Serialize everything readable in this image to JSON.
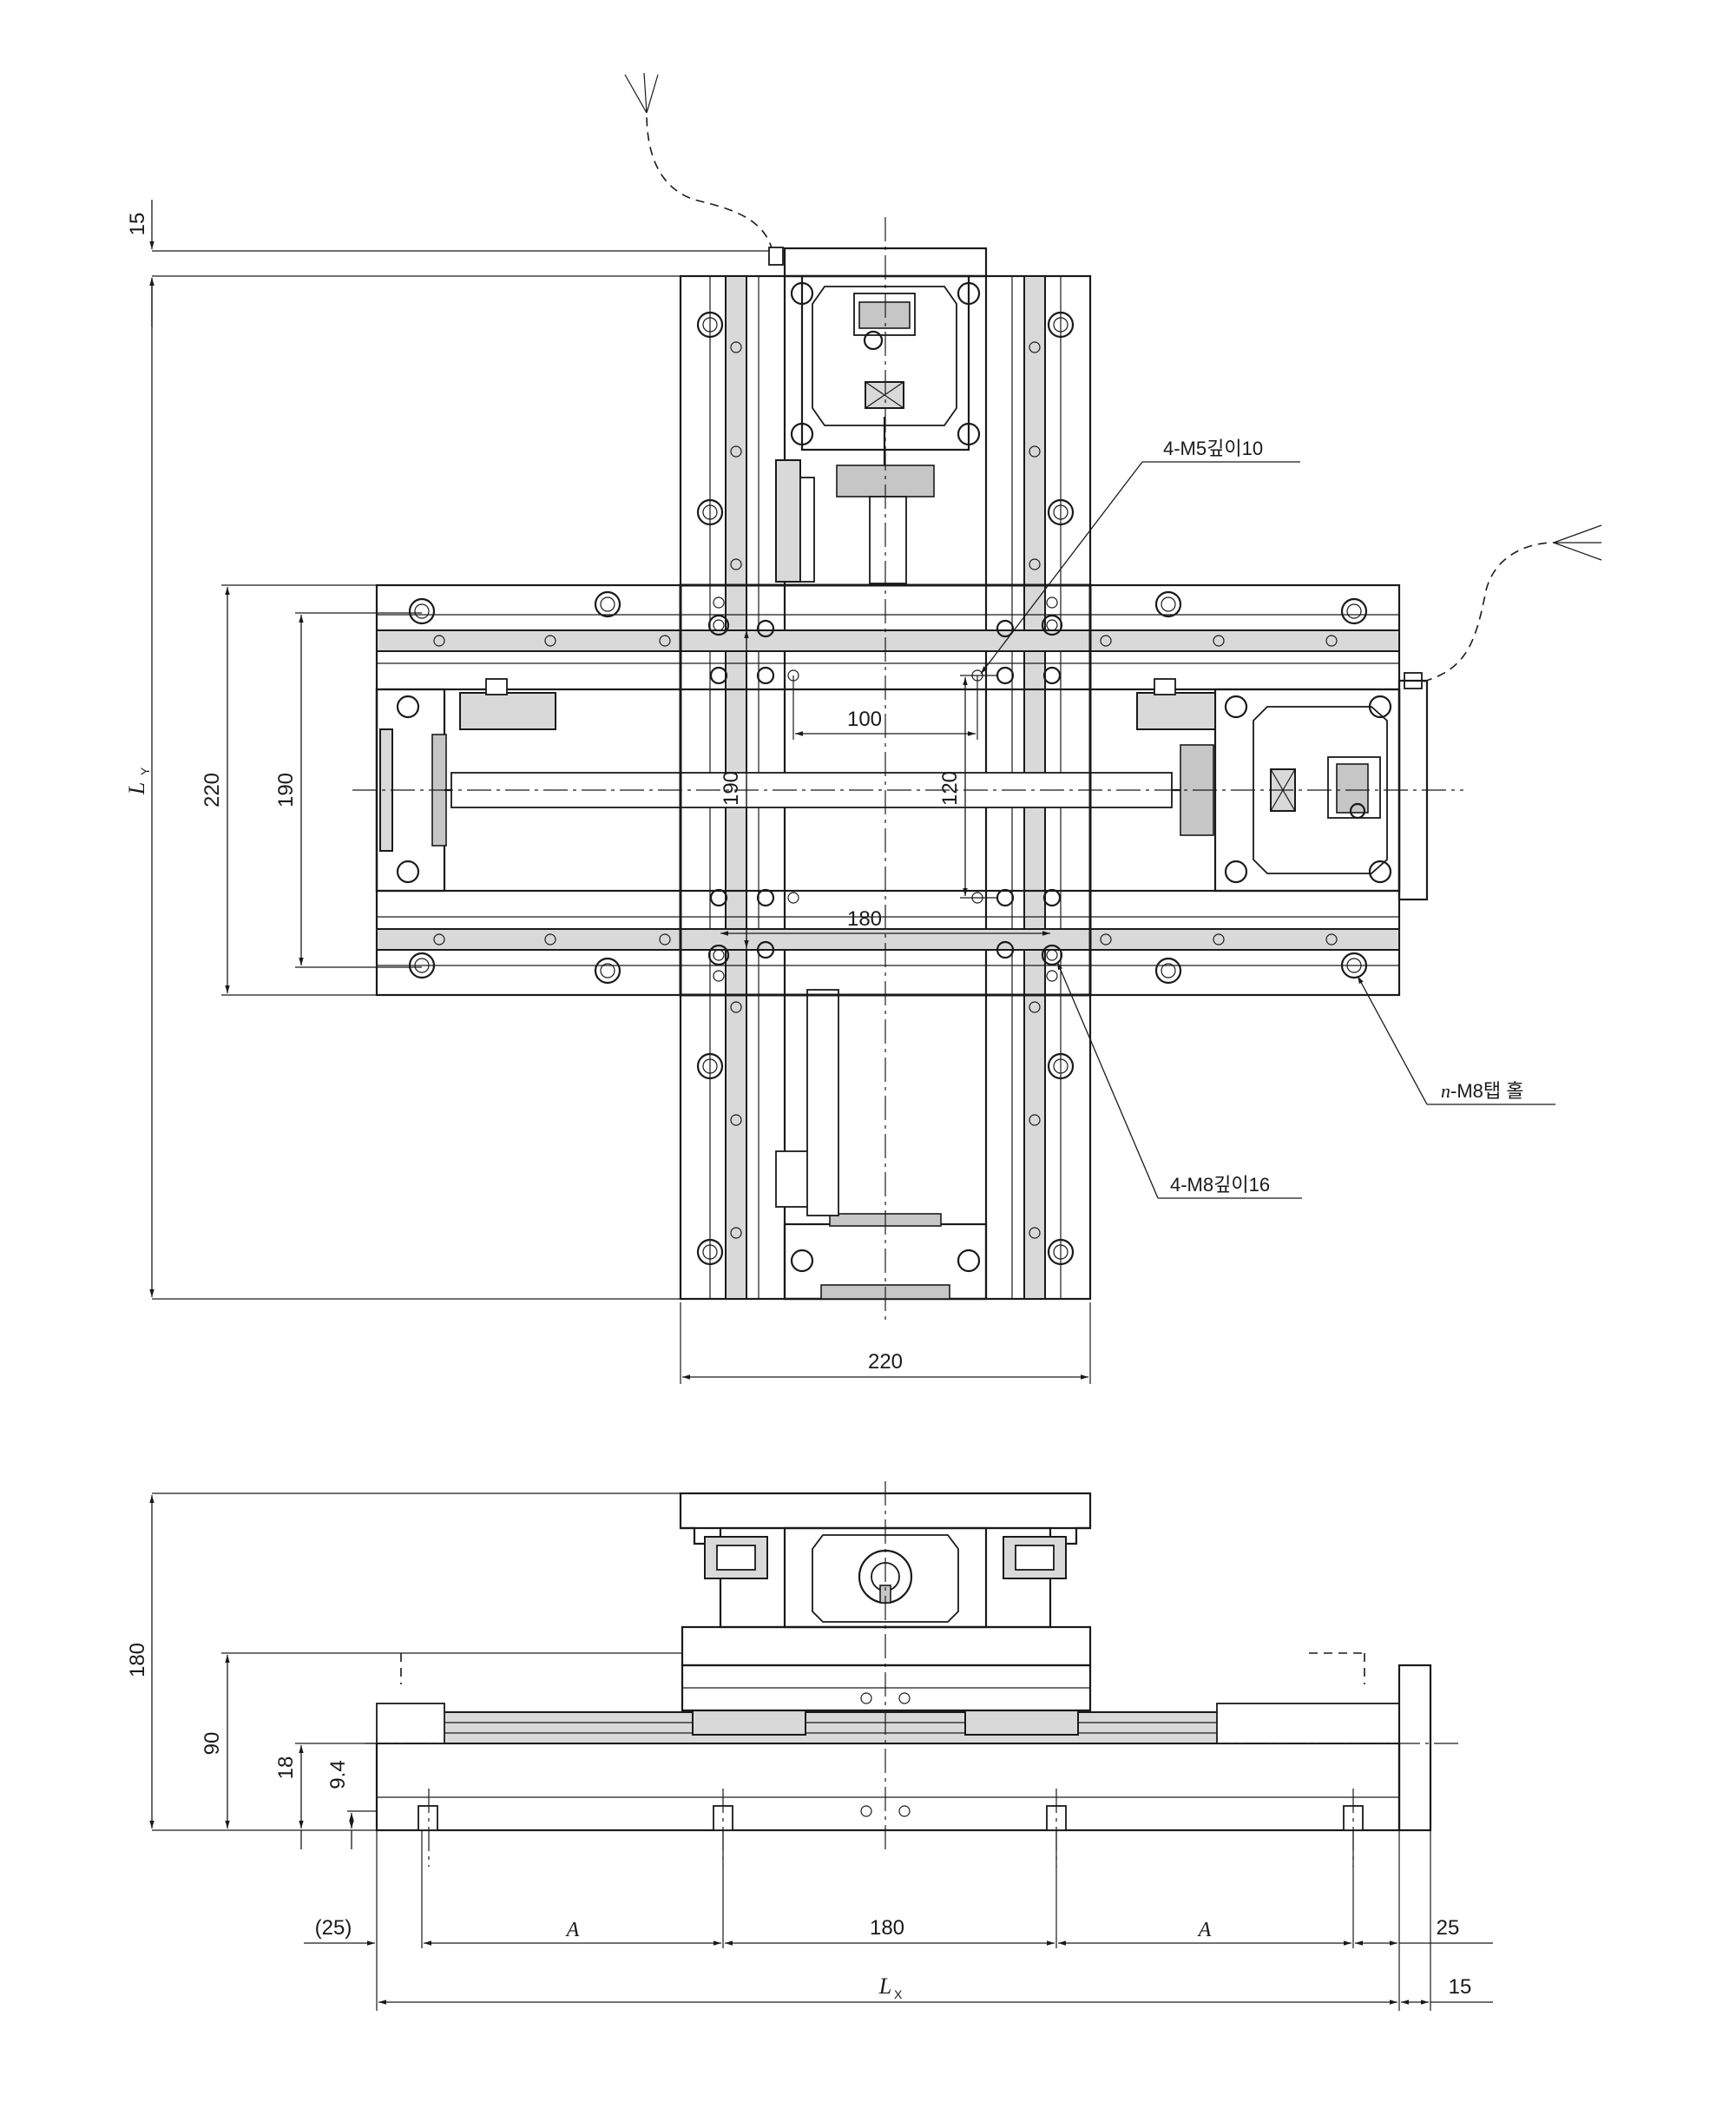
{
  "drawing": {
    "top_view": {
      "dims": {
        "cable_offset": "15",
        "overall_y": "Y",
        "base_width": "220",
        "base_rail_pitch": "190",
        "table_hole_x": "100",
        "table_hole_y": "120",
        "table_hole_y2": "190",
        "table_hole_x2": "180",
        "table_width": "220"
      },
      "callouts": {
        "m5": "4-M5깊이10",
        "m8": "4-M8깊이16",
        "tap_prefix": "n",
        "tap_text": "-M8탭 홀"
      }
    },
    "side_view": {
      "dims": {
        "height_total": "180",
        "height_lower": "90",
        "h18": "18",
        "h94": "9.4",
        "offset_left": "(25)",
        "pitch_a_left": "A",
        "pitch_center": "180",
        "pitch_a_right": "A",
        "offset_right": "25",
        "overall_x": "X",
        "motor_offset": "15"
      }
    },
    "symbols": {
      "length": "L"
    }
  }
}
